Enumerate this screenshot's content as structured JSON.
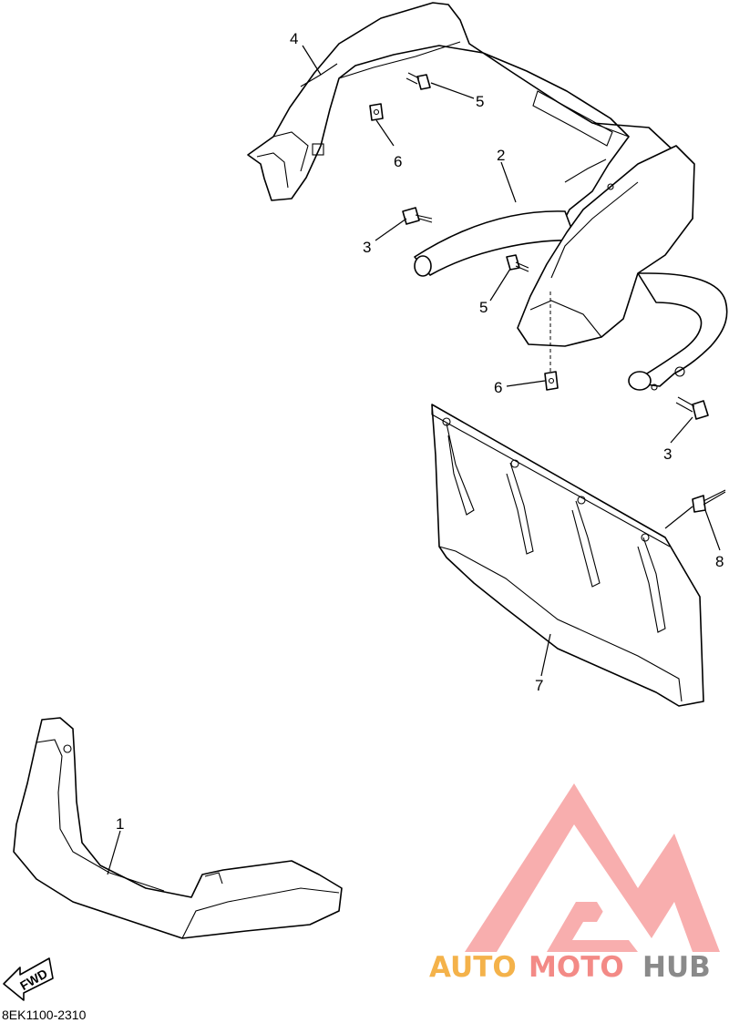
{
  "diagram": {
    "callouts": {
      "p1": "1",
      "p2": "2",
      "p3a": "3",
      "p3b": "3",
      "p4": "4",
      "p5a": "5",
      "p5b": "5",
      "p6a": "6",
      "p6b": "6",
      "p7": "7",
      "p8": "8"
    },
    "fwd_label": "FWD",
    "diagram_code": "8EK1100-2310"
  },
  "watermark": {
    "text_a": "AUTO",
    "text_b": "MOTO",
    "text_c": "HUB",
    "colors": {
      "auto": "#f4b24a",
      "moto": "#f38a86",
      "hub": "#8a8a8a",
      "logo": "#f7a0a0"
    }
  }
}
